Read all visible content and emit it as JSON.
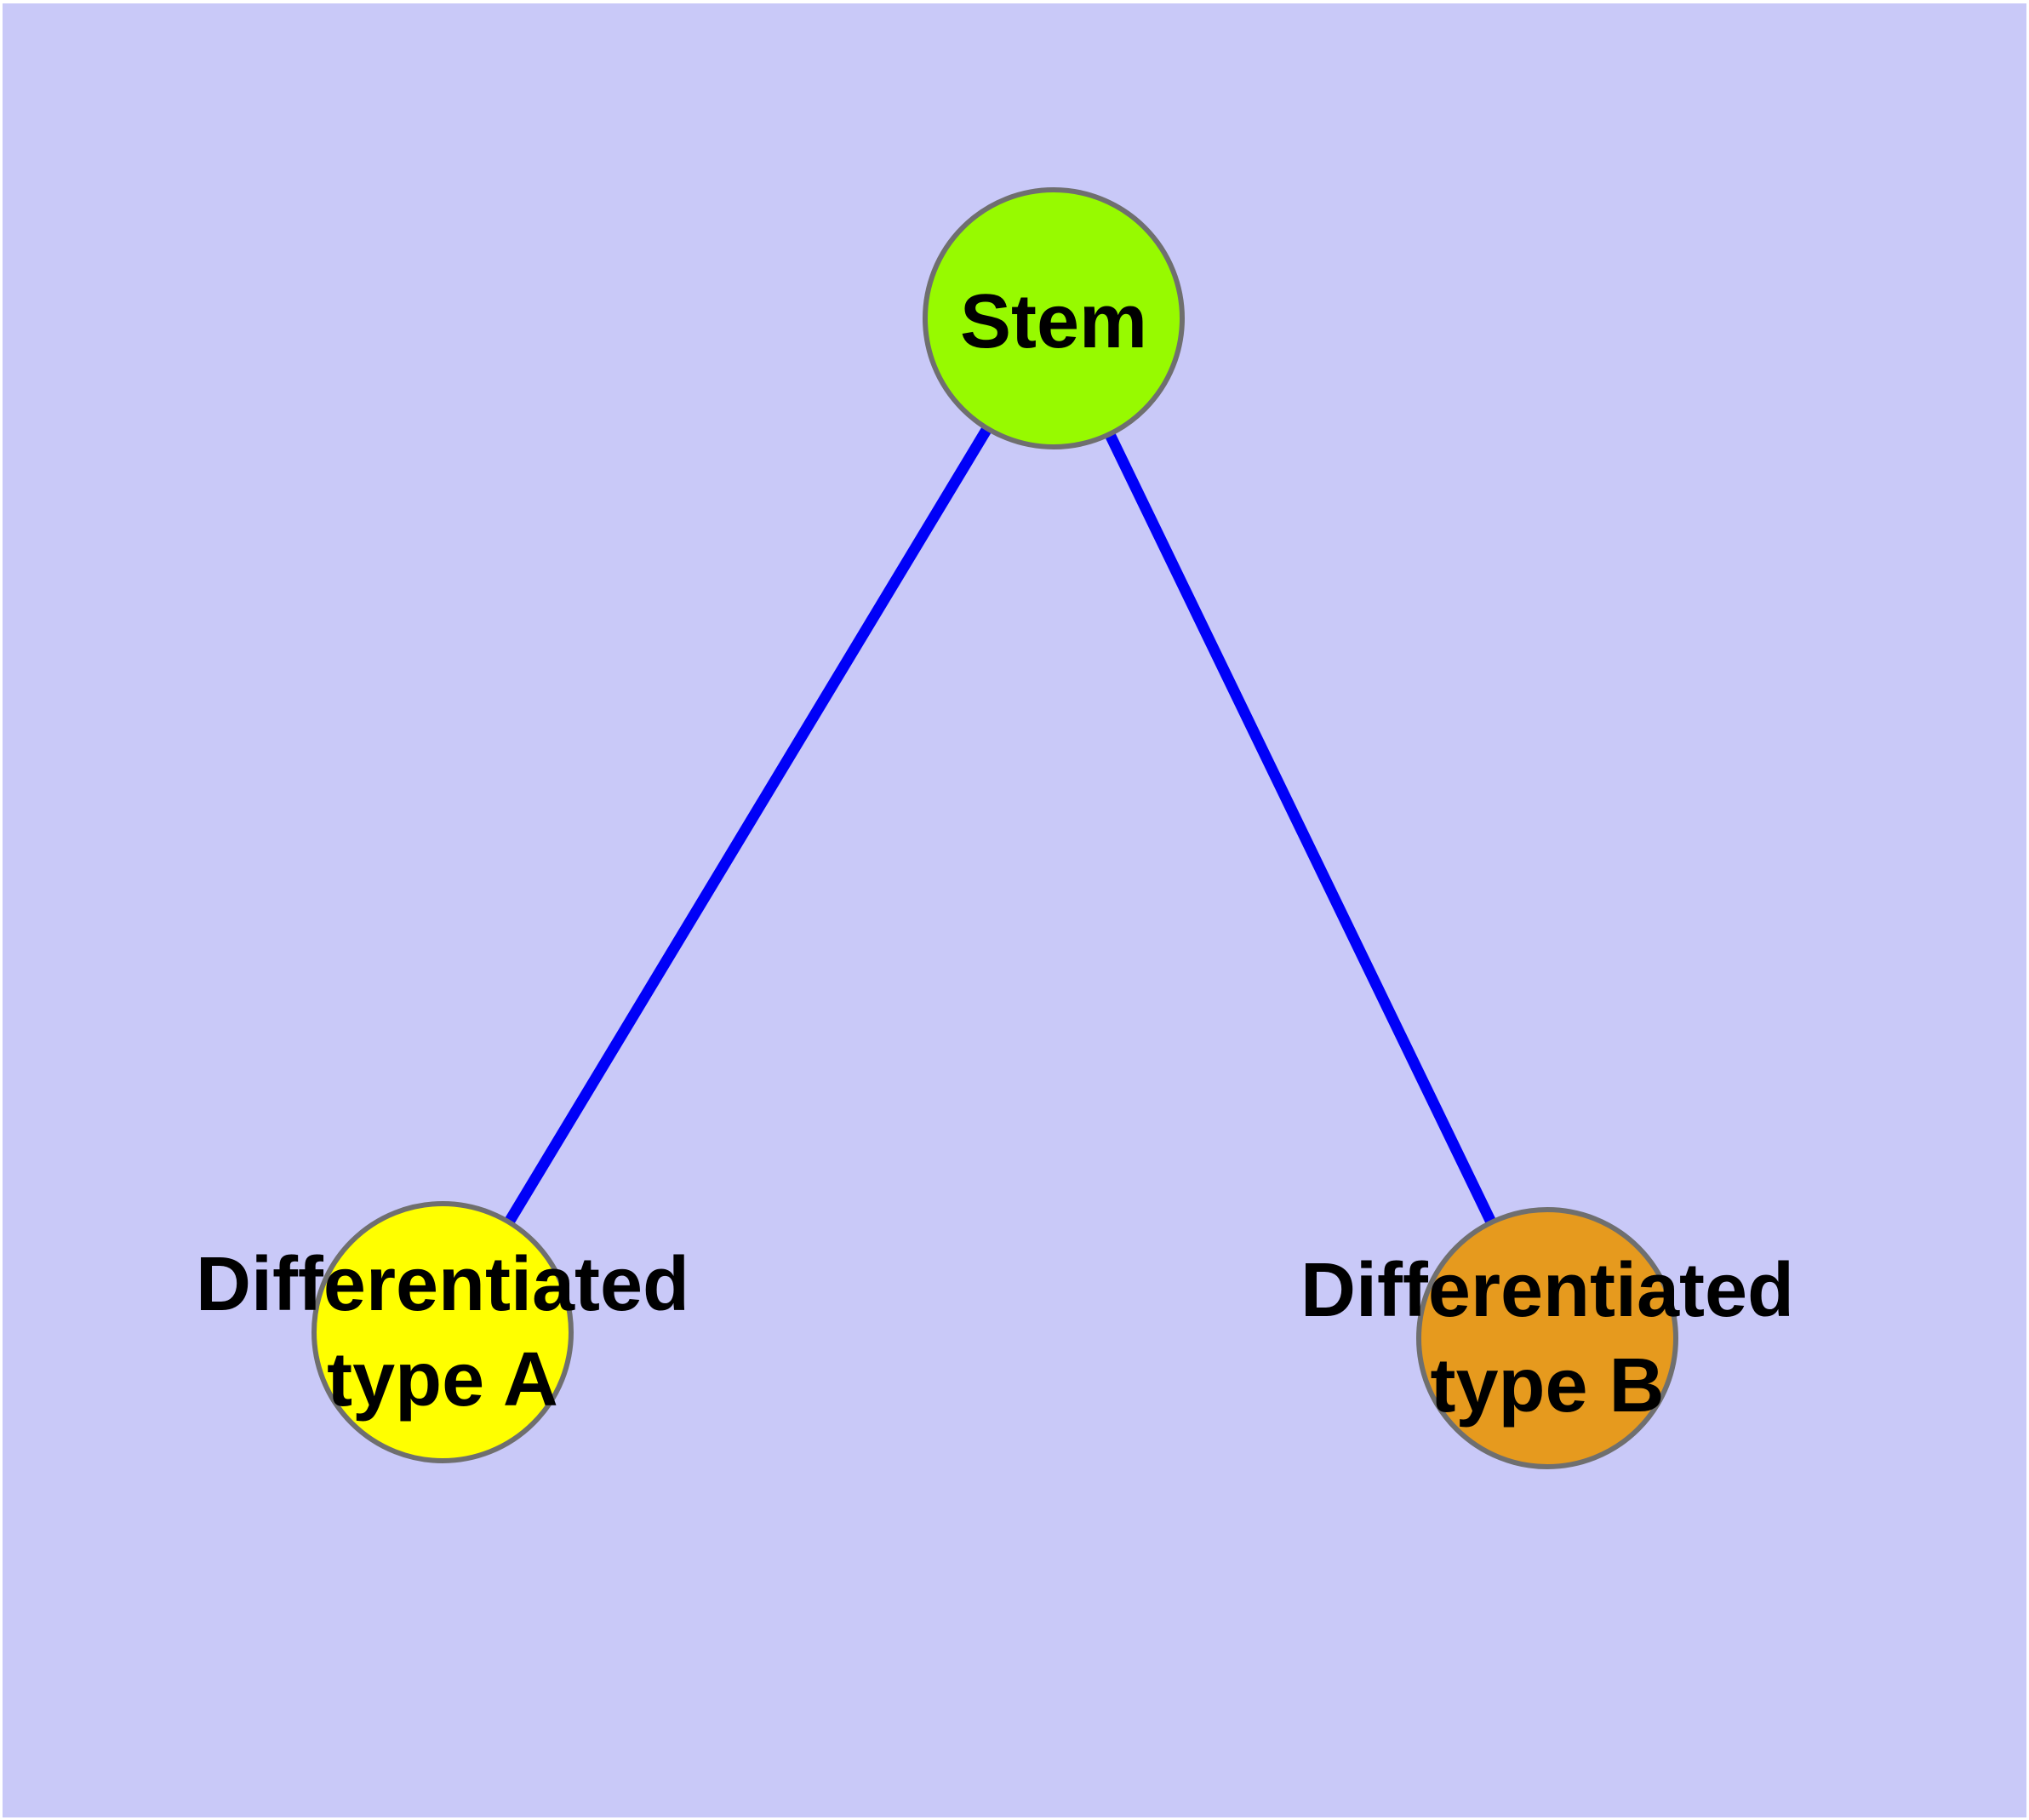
{
  "diagram": {
    "type": "graph",
    "colors": {
      "page_background": "#FFFFFF",
      "plot_background": "#C9C9F8",
      "edge": "#0000F8",
      "node_border": "#6F6F6F",
      "label_text": "#000000"
    },
    "nodes": [
      {
        "id": "stem",
        "label": "Stem",
        "lines": [
          "Stem"
        ],
        "color": "#97FA00"
      },
      {
        "id": "differentiated-type-a",
        "label": "Differentiated type A",
        "lines": [
          "Differentiated",
          "type A"
        ],
        "color": "#FFFF00"
      },
      {
        "id": "differentiated-type-b",
        "label": "Differentiated type B",
        "lines": [
          "Differentiated",
          "type B"
        ],
        "color": "#E69A1E"
      }
    ],
    "edges": [
      {
        "from": "Stem",
        "to": "Differentiated type A"
      },
      {
        "from": "Stem",
        "to": "Differentiated type B"
      }
    ]
  }
}
